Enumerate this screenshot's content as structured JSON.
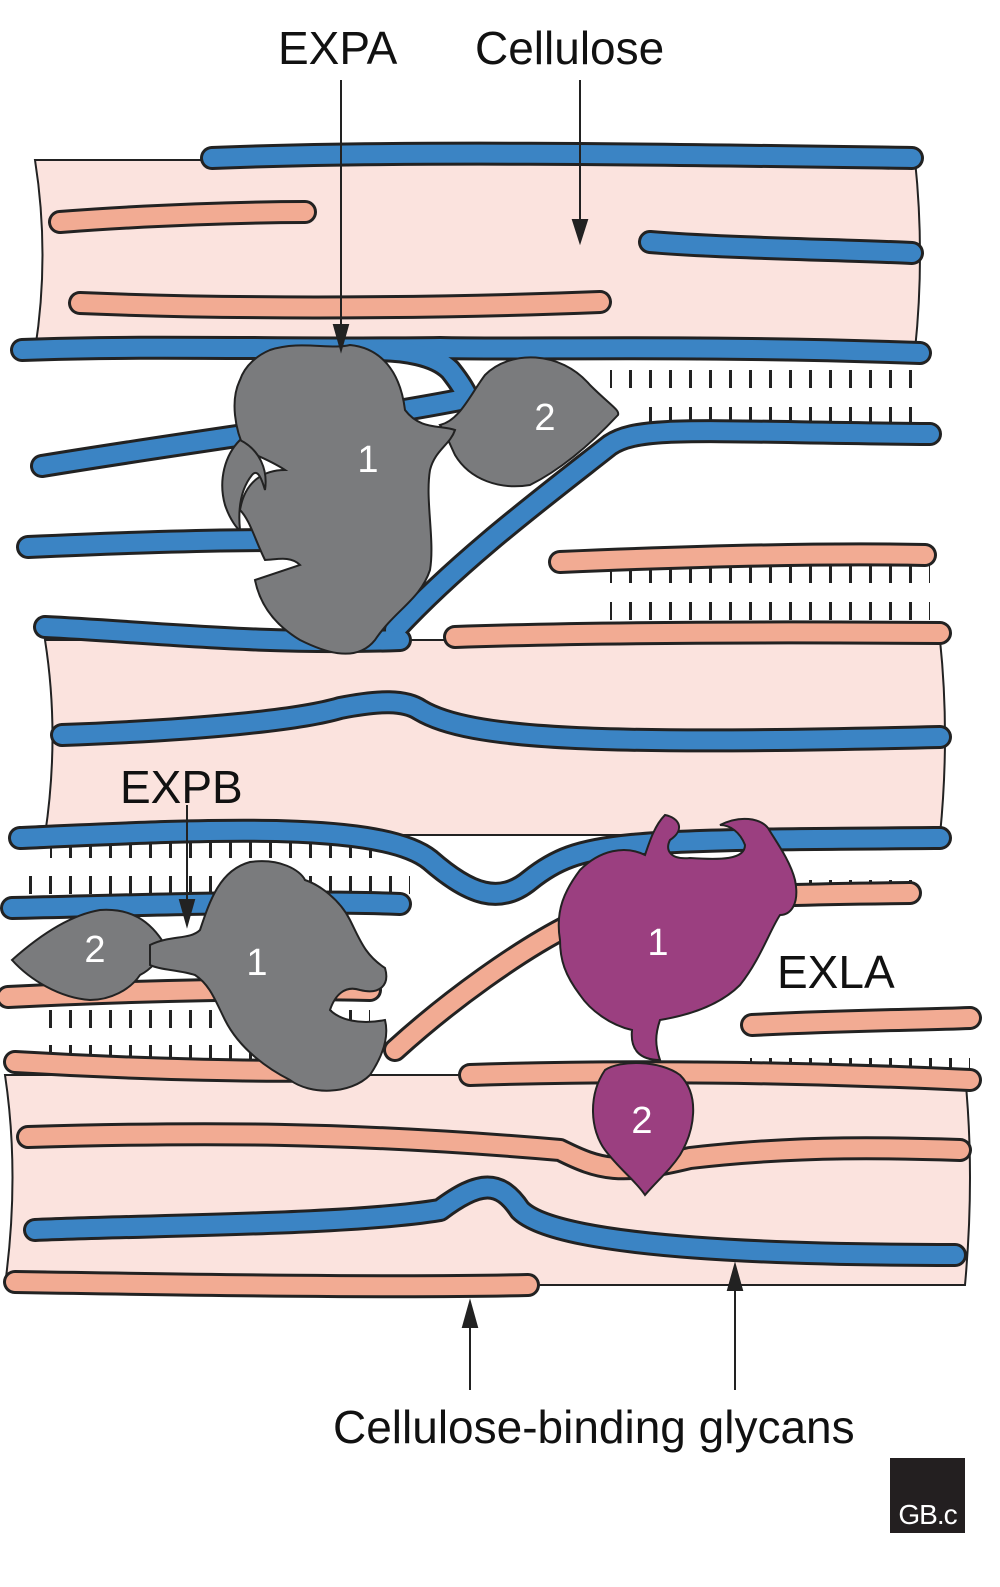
{
  "labels": {
    "expa": "EXPA",
    "cellulose": "Cellulose",
    "expb": "EXPB",
    "exla": "EXLA",
    "cellulose_binding_glycans": "Cellulose-binding glycans"
  },
  "domains": {
    "expa_d1": "1",
    "expa_d2": "2",
    "expb_d1": "1",
    "expb_d2": "2",
    "exla_d1": "1",
    "exla_d2": "2"
  },
  "logo": {
    "text": "GB.c"
  },
  "colors": {
    "microfibril": "#fbe3de",
    "glycan_blue": "#3b84c4",
    "glycan_salmon": "#f2ab93",
    "expansin_grey": "#7a7b7d",
    "exla_purple": "#9b3f80",
    "outline": "#222222"
  }
}
